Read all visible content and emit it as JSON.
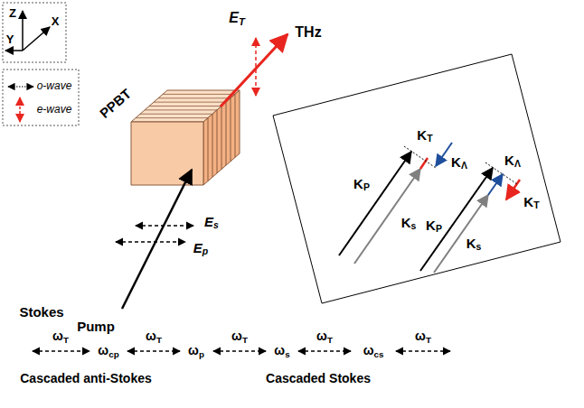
{
  "diagram": {
    "nodes": [
      {
        "text": [
          "PPBT"
        ]
      }
    ],
    "labels": [
      "Z",
      "X",
      "Y",
      "ET",
      "THz",
      "Es",
      "Ep",
      "Stokes",
      "Pump",
      "KP",
      "KT",
      "KΛ",
      "Ks",
      "KΛ",
      "KP",
      "KT",
      "Ks",
      "ωT",
      "ωcp",
      "ωT",
      "ωp",
      "ωT",
      "ωs",
      "ωT",
      "ωcs",
      "ωT",
      "Cascaded anti-Stokes",
      "Cascaded Stokes"
    ],
    "legend": [
      {
        "text": "o-wave"
      },
      {
        "text": "e-wave"
      }
    ]
  }
}
